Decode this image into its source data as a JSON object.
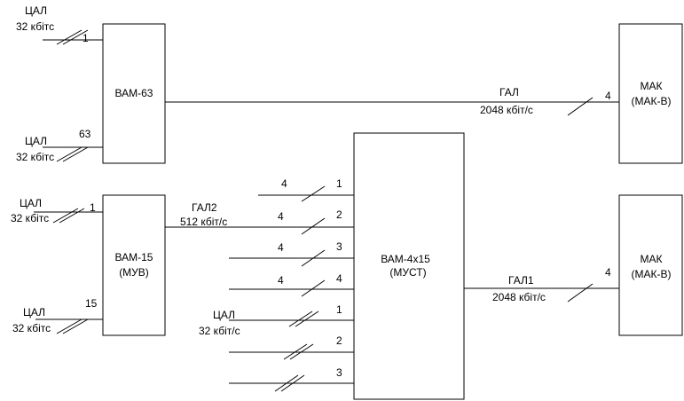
{
  "blocks": {
    "vam63": "ВАМ-63",
    "vam15_line1": "ВАМ-15",
    "vam15_line2": "(МУВ)",
    "vam4x15_line1": "ВАМ-4х15",
    "vam4x15_line2": "(МУСТ)",
    "mak_top_line1": "МАК",
    "mak_top_line2": "(МАК-В)",
    "mak_bottom_line1": "МАК",
    "mak_bottom_line2": "(МАК-В)"
  },
  "labels": {
    "cal": "ЦАЛ",
    "rate_32": "32 кбітс",
    "rate_32_slash": "32 кбіт/с",
    "gal": "ГАЛ",
    "gal1": "ГАЛ1",
    "gal2": "ГАЛ2",
    "rate_512": "512 кбіт/с",
    "rate_2048": "2048 кбіт/с"
  },
  "numbers": {
    "n1": "1",
    "n2": "2",
    "n3": "3",
    "n4": "4",
    "n15": "15",
    "n63": "63"
  }
}
